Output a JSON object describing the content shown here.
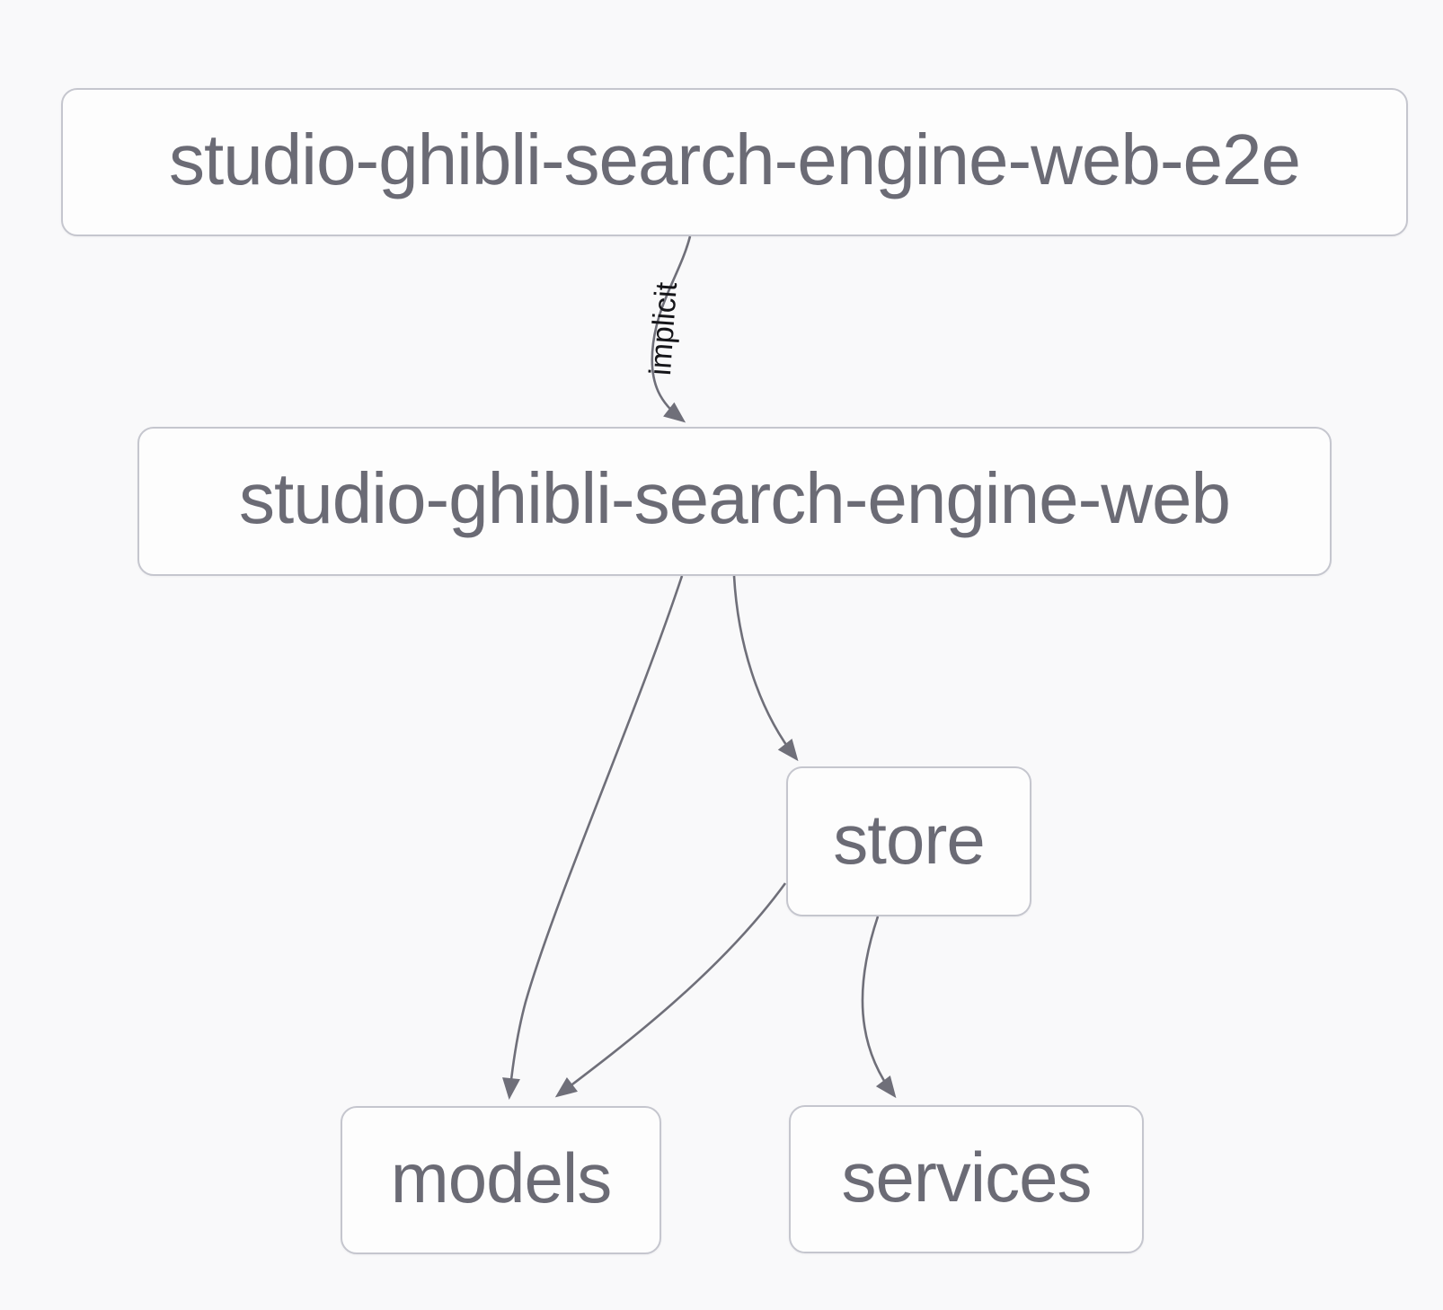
{
  "diagram": {
    "kind": "project-dependency-graph",
    "nodes": [
      {
        "id": "studio-ghibli-search-engine-web-e2e",
        "label": "studio-ghibli-search-engine-web-e2e"
      },
      {
        "id": "studio-ghibli-search-engine-web",
        "label": "studio-ghibli-search-engine-web"
      },
      {
        "id": "store",
        "label": "store"
      },
      {
        "id": "models",
        "label": "models"
      },
      {
        "id": "services",
        "label": "services"
      }
    ],
    "edges": [
      {
        "from": "studio-ghibli-search-engine-web-e2e",
        "to": "studio-ghibli-search-engine-web",
        "label": "implicit"
      },
      {
        "from": "studio-ghibli-search-engine-web",
        "to": "models",
        "label": ""
      },
      {
        "from": "studio-ghibli-search-engine-web",
        "to": "store",
        "label": ""
      },
      {
        "from": "store",
        "to": "models",
        "label": ""
      },
      {
        "from": "store",
        "to": "services",
        "label": ""
      }
    ],
    "colors": {
      "background": "#f9f9fa",
      "node_fill": "#fdfdfd",
      "node_border": "#c5c6ce",
      "node_text": "#6b6b75",
      "edge_stroke": "#6f6f79",
      "edge_label_text": "#151519"
    }
  }
}
